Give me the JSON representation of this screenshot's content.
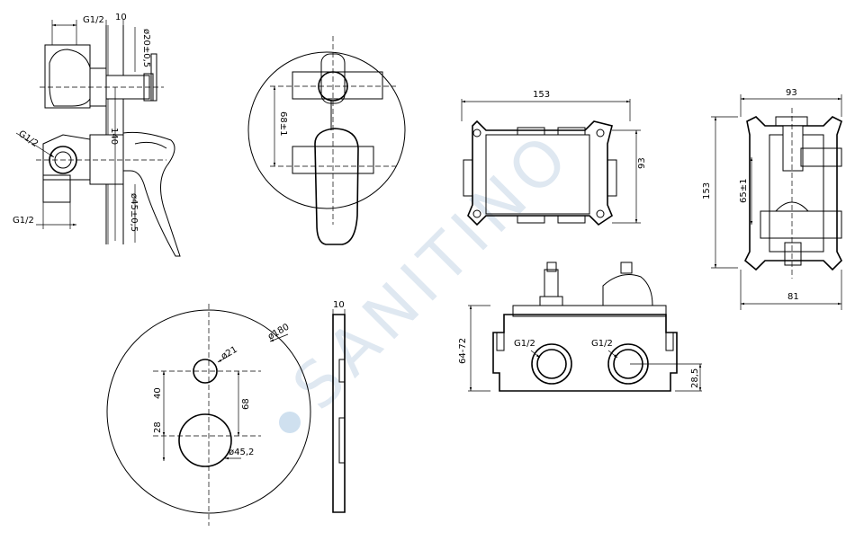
{
  "watermark": "SANITINO",
  "side_view": {
    "dims": {
      "g_top": "G1/2",
      "ten": "10",
      "d20": "ø20±0,5",
      "g_left": "G1/2",
      "h140": "140",
      "d45": "ø45±0,5",
      "g_bottom": "G1/2"
    }
  },
  "front_view": {
    "dims": {
      "h68": "68±1"
    }
  },
  "box_top": {
    "dims": {
      "w153": "153",
      "h93": "93"
    }
  },
  "box_side": {
    "dims": {
      "w93": "93",
      "h153": "153",
      "h65": "65±1",
      "w81": "81"
    }
  },
  "plate_front": {
    "dims": {
      "d180": "ø180",
      "d21": "ø21",
      "h40": "40",
      "h68": "68",
      "h28": "28",
      "d45": "ø45,2"
    }
  },
  "plate_side": {
    "dims": {
      "t10": "10"
    }
  },
  "box_front": {
    "dims": {
      "h64": "64-72",
      "g1": "G1/2",
      "g2": "G1/2",
      "h28": "28,5"
    }
  }
}
